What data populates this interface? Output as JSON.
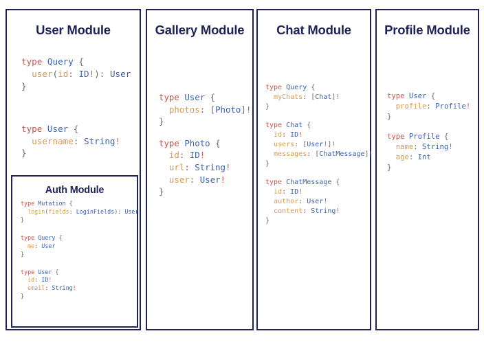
{
  "colors": {
    "border": "#1f2257",
    "title": "#1f2257",
    "keyword": "#c4564b",
    "type_name": "#3b63b0",
    "field_name": "#d79a4f",
    "punctuation": "#6b6b6b",
    "non_null": "#d9564a",
    "background": "#ffffff"
  },
  "panels": {
    "user": {
      "title": "User Module",
      "blocks": [
        {
          "lines": [
            [
              {
                "t": "type ",
                "c": "kw"
              },
              {
                "t": "Query",
                "c": "typ"
              },
              {
                "t": " {",
                "c": "pun"
              }
            ],
            [
              {
                "t": "  ",
                "c": "pun"
              },
              {
                "t": "user",
                "c": "fld"
              },
              {
                "t": "(",
                "c": "pun"
              },
              {
                "t": "id",
                "c": "fld"
              },
              {
                "t": ": ",
                "c": "pun"
              },
              {
                "t": "ID",
                "c": "typ"
              },
              {
                "t": "!",
                "c": "bang"
              },
              {
                "t": "): ",
                "c": "pun"
              },
              {
                "t": "User",
                "c": "typ"
              }
            ],
            [
              {
                "t": "}",
                "c": "pun"
              }
            ]
          ]
        },
        {
          "lines": [
            [
              {
                "t": "type ",
                "c": "kw"
              },
              {
                "t": "User",
                "c": "typ"
              },
              {
                "t": " {",
                "c": "pun"
              }
            ],
            [
              {
                "t": "  ",
                "c": "pun"
              },
              {
                "t": "username",
                "c": "fld"
              },
              {
                "t": ": ",
                "c": "pun"
              },
              {
                "t": "String",
                "c": "typ"
              },
              {
                "t": "!",
                "c": "bang"
              }
            ],
            [
              {
                "t": "}",
                "c": "pun"
              }
            ]
          ]
        }
      ]
    },
    "auth": {
      "title": "Auth Module",
      "blocks": [
        {
          "lines": [
            [
              {
                "t": "type ",
                "c": "kw"
              },
              {
                "t": "Mutation",
                "c": "typ"
              },
              {
                "t": " {",
                "c": "pun"
              }
            ],
            [
              {
                "t": "  ",
                "c": "pun"
              },
              {
                "t": "login",
                "c": "fld"
              },
              {
                "t": "(",
                "c": "pun"
              },
              {
                "t": "fields",
                "c": "fld"
              },
              {
                "t": ": ",
                "c": "pun"
              },
              {
                "t": "LoginFields",
                "c": "typ"
              },
              {
                "t": "): ",
                "c": "pun"
              },
              {
                "t": "User",
                "c": "typ"
              }
            ],
            [
              {
                "t": "}",
                "c": "pun"
              }
            ]
          ]
        },
        {
          "lines": [
            [
              {
                "t": "type ",
                "c": "kw"
              },
              {
                "t": "Query",
                "c": "typ"
              },
              {
                "t": " {",
                "c": "pun"
              }
            ],
            [
              {
                "t": "  ",
                "c": "pun"
              },
              {
                "t": "me",
                "c": "fld"
              },
              {
                "t": ": ",
                "c": "pun"
              },
              {
                "t": "User",
                "c": "typ"
              }
            ],
            [
              {
                "t": "}",
                "c": "pun"
              }
            ]
          ]
        },
        {
          "lines": [
            [
              {
                "t": "type ",
                "c": "kw"
              },
              {
                "t": "User",
                "c": "typ"
              },
              {
                "t": " {",
                "c": "pun"
              }
            ],
            [
              {
                "t": "  ",
                "c": "pun"
              },
              {
                "t": "id",
                "c": "fld"
              },
              {
                "t": ": ",
                "c": "pun"
              },
              {
                "t": "ID",
                "c": "typ"
              },
              {
                "t": "!",
                "c": "bang"
              }
            ],
            [
              {
                "t": "  ",
                "c": "pun"
              },
              {
                "t": "email",
                "c": "fld"
              },
              {
                "t": ": ",
                "c": "pun"
              },
              {
                "t": "String",
                "c": "typ"
              },
              {
                "t": "!",
                "c": "bang"
              }
            ],
            [
              {
                "t": "}",
                "c": "pun"
              }
            ]
          ]
        }
      ]
    },
    "gallery": {
      "title": "Gallery Module",
      "blocks": [
        {
          "lines": [
            [
              {
                "t": "type ",
                "c": "kw"
              },
              {
                "t": "User",
                "c": "typ"
              },
              {
                "t": " {",
                "c": "pun"
              }
            ],
            [
              {
                "t": "  ",
                "c": "pun"
              },
              {
                "t": "photos",
                "c": "fld"
              },
              {
                "t": ": [",
                "c": "pun"
              },
              {
                "t": "Photo",
                "c": "typ"
              },
              {
                "t": "]",
                "c": "pun"
              },
              {
                "t": "!",
                "c": "bang"
              }
            ],
            [
              {
                "t": "}",
                "c": "pun"
              }
            ]
          ]
        },
        {
          "lines": [
            [
              {
                "t": "type ",
                "c": "kw"
              },
              {
                "t": "Photo",
                "c": "typ"
              },
              {
                "t": " {",
                "c": "pun"
              }
            ],
            [
              {
                "t": "  ",
                "c": "pun"
              },
              {
                "t": "id",
                "c": "fld"
              },
              {
                "t": ": ",
                "c": "pun"
              },
              {
                "t": "ID",
                "c": "typ"
              },
              {
                "t": "!",
                "c": "bang"
              }
            ],
            [
              {
                "t": "  ",
                "c": "pun"
              },
              {
                "t": "url",
                "c": "fld"
              },
              {
                "t": ": ",
                "c": "pun"
              },
              {
                "t": "String",
                "c": "typ"
              },
              {
                "t": "!",
                "c": "bang"
              }
            ],
            [
              {
                "t": "  ",
                "c": "pun"
              },
              {
                "t": "user",
                "c": "fld"
              },
              {
                "t": ": ",
                "c": "pun"
              },
              {
                "t": "User",
                "c": "typ"
              },
              {
                "t": "!",
                "c": "bang"
              }
            ],
            [
              {
                "t": "}",
                "c": "pun"
              }
            ]
          ]
        }
      ]
    },
    "chat": {
      "title": "Chat Module",
      "blocks": [
        {
          "lines": [
            [
              {
                "t": "type ",
                "c": "kw"
              },
              {
                "t": "Query",
                "c": "typ"
              },
              {
                "t": " {",
                "c": "pun"
              }
            ],
            [
              {
                "t": "  ",
                "c": "pun"
              },
              {
                "t": "myChats",
                "c": "fld"
              },
              {
                "t": ": [",
                "c": "pun"
              },
              {
                "t": "Chat",
                "c": "typ"
              },
              {
                "t": "]",
                "c": "pun"
              },
              {
                "t": "!",
                "c": "bang"
              }
            ],
            [
              {
                "t": "}",
                "c": "pun"
              }
            ]
          ]
        },
        {
          "lines": [
            [
              {
                "t": "type ",
                "c": "kw"
              },
              {
                "t": "Chat",
                "c": "typ"
              },
              {
                "t": " {",
                "c": "pun"
              }
            ],
            [
              {
                "t": "  ",
                "c": "pun"
              },
              {
                "t": "id",
                "c": "fld"
              },
              {
                "t": ": ",
                "c": "pun"
              },
              {
                "t": "ID",
                "c": "typ"
              },
              {
                "t": "!",
                "c": "bang"
              }
            ],
            [
              {
                "t": "  ",
                "c": "pun"
              },
              {
                "t": "users",
                "c": "fld"
              },
              {
                "t": ": [",
                "c": "pun"
              },
              {
                "t": "User",
                "c": "typ"
              },
              {
                "t": "!",
                "c": "bang"
              },
              {
                "t": "]",
                "c": "pun"
              },
              {
                "t": "!",
                "c": "bang"
              }
            ],
            [
              {
                "t": "  ",
                "c": "pun"
              },
              {
                "t": "messages",
                "c": "fld"
              },
              {
                "t": ": [",
                "c": "pun"
              },
              {
                "t": "ChatMessage",
                "c": "typ"
              },
              {
                "t": "]",
                "c": "pun"
              },
              {
                "t": "!",
                "c": "bang"
              }
            ],
            [
              {
                "t": "}",
                "c": "pun"
              }
            ]
          ]
        },
        {
          "lines": [
            [
              {
                "t": "type ",
                "c": "kw"
              },
              {
                "t": "ChatMessage",
                "c": "typ"
              },
              {
                "t": " {",
                "c": "pun"
              }
            ],
            [
              {
                "t": "  ",
                "c": "pun"
              },
              {
                "t": "id",
                "c": "fld"
              },
              {
                "t": ": ",
                "c": "pun"
              },
              {
                "t": "ID",
                "c": "typ"
              },
              {
                "t": "!",
                "c": "bang"
              }
            ],
            [
              {
                "t": "  ",
                "c": "pun"
              },
              {
                "t": "author",
                "c": "fld"
              },
              {
                "t": ": ",
                "c": "pun"
              },
              {
                "t": "User",
                "c": "typ"
              },
              {
                "t": "!",
                "c": "bang"
              }
            ],
            [
              {
                "t": "  ",
                "c": "pun"
              },
              {
                "t": "content",
                "c": "fld"
              },
              {
                "t": ": ",
                "c": "pun"
              },
              {
                "t": "String",
                "c": "typ"
              },
              {
                "t": "!",
                "c": "bang"
              }
            ],
            [
              {
                "t": "}",
                "c": "pun"
              }
            ]
          ]
        }
      ]
    },
    "profile": {
      "title": "Profile Module",
      "blocks": [
        {
          "lines": [
            [
              {
                "t": "type ",
                "c": "kw"
              },
              {
                "t": "User",
                "c": "typ"
              },
              {
                "t": " {",
                "c": "pun"
              }
            ],
            [
              {
                "t": "  ",
                "c": "pun"
              },
              {
                "t": "profile",
                "c": "fld"
              },
              {
                "t": ": ",
                "c": "pun"
              },
              {
                "t": "Profile",
                "c": "typ"
              },
              {
                "t": "!",
                "c": "bang"
              }
            ],
            [
              {
                "t": "}",
                "c": "pun"
              }
            ]
          ]
        },
        {
          "lines": [
            [
              {
                "t": "type ",
                "c": "kw"
              },
              {
                "t": "Profile",
                "c": "typ"
              },
              {
                "t": " {",
                "c": "pun"
              }
            ],
            [
              {
                "t": "  ",
                "c": "pun"
              },
              {
                "t": "name",
                "c": "fld"
              },
              {
                "t": ": ",
                "c": "pun"
              },
              {
                "t": "String",
                "c": "typ"
              },
              {
                "t": "!",
                "c": "bang"
              }
            ],
            [
              {
                "t": "  ",
                "c": "pun"
              },
              {
                "t": "age",
                "c": "fld"
              },
              {
                "t": ": ",
                "c": "pun"
              },
              {
                "t": "Int",
                "c": "typ"
              }
            ],
            [
              {
                "t": "}",
                "c": "pun"
              }
            ]
          ]
        }
      ]
    }
  }
}
